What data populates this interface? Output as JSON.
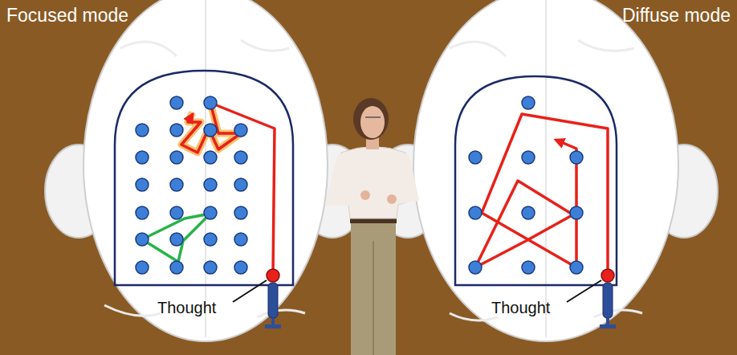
{
  "diagram": {
    "labels": [
      "Focused mode",
      "Diffuse mode",
      "Thought",
      "Thought"
    ]
  }
}
